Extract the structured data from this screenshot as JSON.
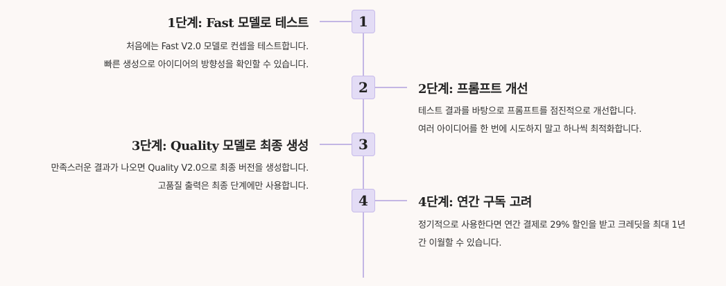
{
  "steps": [
    {
      "number": "1",
      "title": "1단계: Fast 모델로 테스트",
      "lines": [
        "처음에는 Fast V2.0 모델로 컨셉을 테스트합니다.",
        "빠른 생성으로 아이디어의 방향성을 확인할 수 있습니다."
      ]
    },
    {
      "number": "2",
      "title": "2단계: 프롬프트 개선",
      "lines": [
        "테스트 결과를 바탕으로 프롬프트를 점진적으로 개선합니다.",
        "여러 아이디어를 한 번에 시도하지 말고 하나씩 최적화합니다."
      ]
    },
    {
      "number": "3",
      "title": "3단계: Quality 모델로 최종 생성",
      "lines": [
        "만족스러운 결과가 나오면 Quality V2.0으로 최종 버전을 생성합니다.",
        "고품질 출력은 최종 단계에만 사용합니다."
      ]
    },
    {
      "number": "4",
      "title": "4단계: 연간 구독 고려",
      "lines": [
        "정기적으로 사용한다면 연간 결제로 29% 할인을 받고 크레딧을 최대 1년",
        "간 이월할 수 있습니다."
      ]
    }
  ],
  "colors": {
    "background": "#fcf8f6",
    "accent_line": "#c3b6e4",
    "node_fill": "#e3dcf5"
  }
}
